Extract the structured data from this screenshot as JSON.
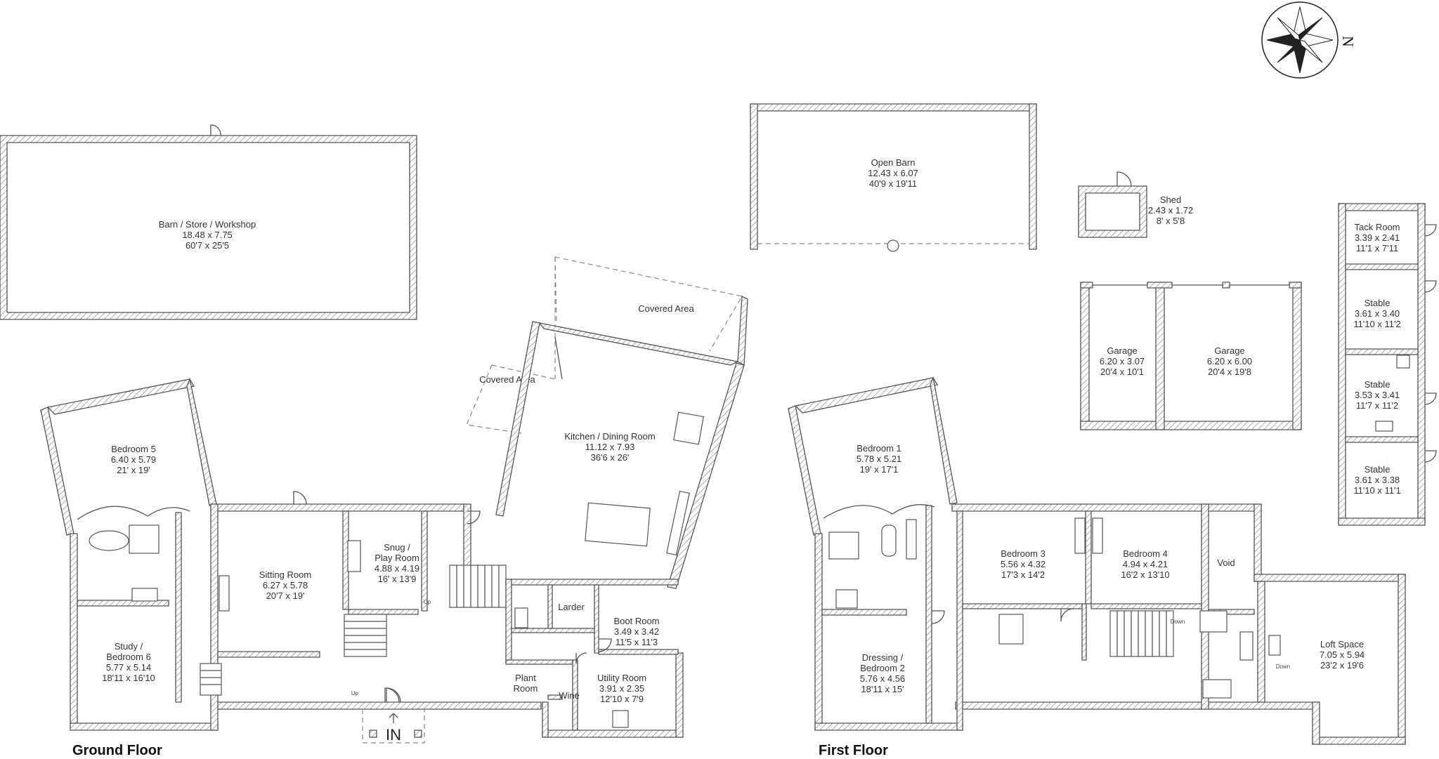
{
  "floors": {
    "ground": "Ground Floor",
    "first": "First Floor"
  },
  "compass": {
    "north": "N",
    "icon": "compass-rose-icon"
  },
  "entrance": "IN",
  "stair_labels": {
    "up_1": "Up",
    "up_2": "Up",
    "down_1": "Down",
    "down_2": "Down"
  },
  "rooms": {
    "barn_store": {
      "name": "Barn / Store / Workshop",
      "metric": "18.48 x 7.75",
      "imperial": "60'7 x 25'5"
    },
    "covered_area_1": {
      "name": "Covered Area"
    },
    "covered_area_2": {
      "name": "Covered Area"
    },
    "kitchen": {
      "name": "Kitchen / Dining Room",
      "metric": "11.12 x 7.93",
      "imperial": "36'6 x 26'"
    },
    "bedroom5": {
      "name": "Bedroom 5",
      "metric": "6.40 x 5.79",
      "imperial": "21' x 19'"
    },
    "sitting": {
      "name": "Sitting Room",
      "metric": "6.27 x 5.78",
      "imperial": "20'7 x 19'"
    },
    "snug": {
      "name1": "Snug /",
      "name2": "Play Room",
      "metric": "4.88 x 4.19",
      "imperial": "16' x 13'9"
    },
    "study": {
      "name1": "Study /",
      "name2": "Bedroom 6",
      "metric": "5.77 x 5.14",
      "imperial": "18'11 x 16'10"
    },
    "larder": {
      "name": "Larder"
    },
    "boot": {
      "name": "Boot Room",
      "metric": "3.49 x 3.42",
      "imperial": "11'5 x 11'3"
    },
    "plant": {
      "name1": "Plant",
      "name2": "Room"
    },
    "wine": {
      "name": "Wine"
    },
    "utility": {
      "name": "Utility Room",
      "metric": "3.91 x 2.35",
      "imperial": "12'10 x 7'9"
    },
    "open_barn": {
      "name": "Open Barn",
      "metric": "12.43 x 6.07",
      "imperial": "40'9 x 19'11"
    },
    "shed": {
      "name": "Shed",
      "metric": "2.43 x 1.72",
      "imperial": "8' x 5'8"
    },
    "garage1": {
      "name": "Garage",
      "metric": "6.20 x 3.07",
      "imperial": "20'4 x 10'1"
    },
    "garage2": {
      "name": "Garage",
      "metric": "6.20 x 6.00",
      "imperial": "20'4 x 19'8"
    },
    "tack": {
      "name": "Tack Room",
      "metric": "3.39 x 2.41",
      "imperial": "11'1 x 7'11"
    },
    "stable1": {
      "name": "Stable",
      "metric": "3.61 x 3.40",
      "imperial": "11'10 x 11'2"
    },
    "stable2": {
      "name": "Stable",
      "metric": "3.53 x 3.41",
      "imperial": "11'7 x 11'2"
    },
    "stable3": {
      "name": "Stable",
      "metric": "3.61 x 3.38",
      "imperial": "11'10 x 11'1"
    },
    "bedroom1": {
      "name": "Bedroom 1",
      "metric": "5.78 x 5.21",
      "imperial": "19' x 17'1"
    },
    "bedroom3": {
      "name": "Bedroom 3",
      "metric": "5.56 x 4.32",
      "imperial": "17'3 x 14'2"
    },
    "bedroom4": {
      "name": "Bedroom 4",
      "metric": "4.94 x 4.21",
      "imperial": "16'2 x 13'10"
    },
    "void": {
      "name": "Void"
    },
    "dressing": {
      "name1": "Dressing /",
      "name2": "Bedroom 2",
      "metric": "5.76 x 4.56",
      "imperial": "18'11 x 15'"
    },
    "loft": {
      "name": "Loft Space",
      "metric": "7.05 x 5.94",
      "imperial": "23'2 x 19'6"
    }
  }
}
